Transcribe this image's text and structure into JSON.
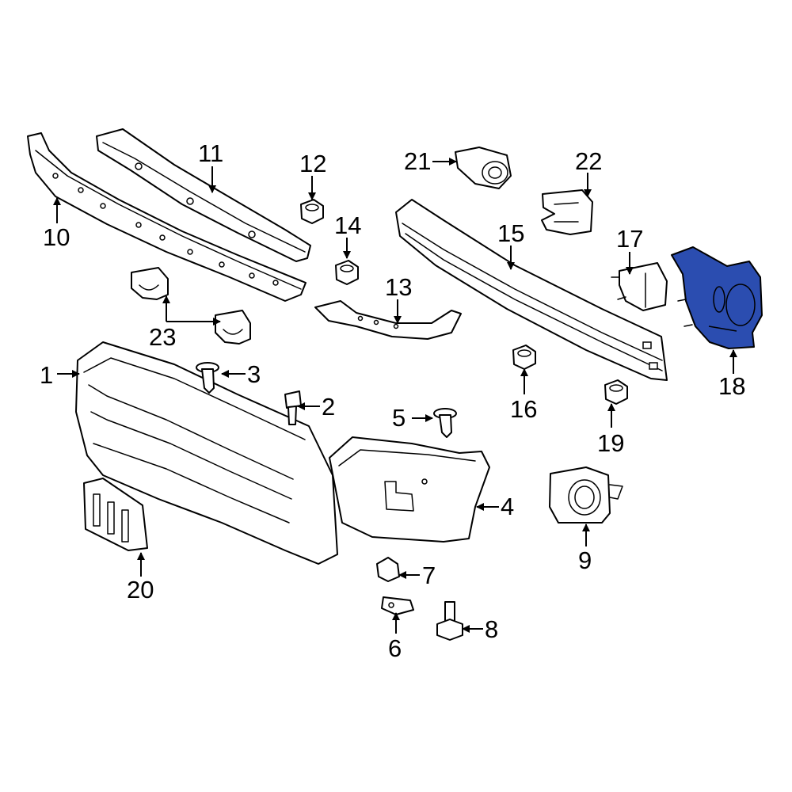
{
  "diagram": {
    "highlight_color": "#2b4db0",
    "line_color": "#000000",
    "background_color": "#ffffff",
    "highlighted_part": "18",
    "callouts": [
      "1",
      "2",
      "3",
      "4",
      "5",
      "6",
      "7",
      "8",
      "9",
      "10",
      "11",
      "12",
      "13",
      "14",
      "15",
      "16",
      "17",
      "18",
      "19",
      "20",
      "21",
      "22",
      "23"
    ]
  }
}
